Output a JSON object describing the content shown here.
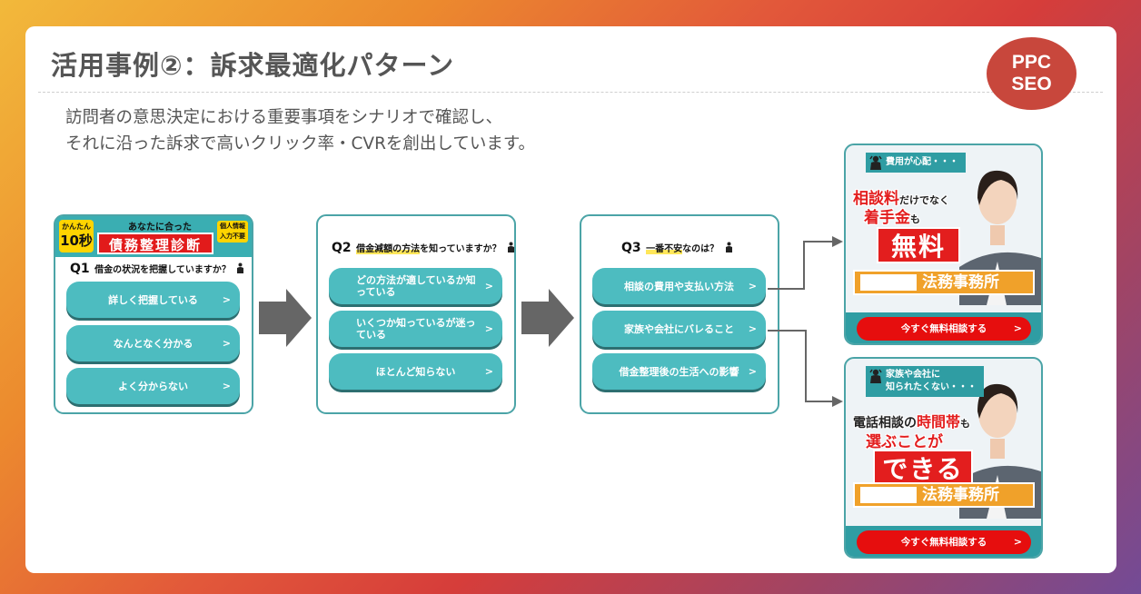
{
  "title": "活用事例②：訴求最適化パターン",
  "badge": {
    "line1": "PPC",
    "line2": "SEO"
  },
  "description": {
    "line1": "訪問者の意思決定における重要事項をシナリオで確認し、",
    "line2": "それに沿った訴求で高いクリック率・CVRを創出しています。"
  },
  "q1": {
    "kantan_small": "かんたん",
    "kantan_big": "10秒",
    "subtitle": "あなたに合った",
    "main_title": "債務整理診断",
    "kojin_line1": "個人情報",
    "kojin_line2": "入力不要",
    "q_number": "Q1",
    "question": "借金の状況を把握していますか？",
    "options": [
      "詳しく把握している",
      "なんとなく分かる",
      "よく分からない"
    ]
  },
  "q2": {
    "q_number": "Q2",
    "question_highlight": "借金減額の方法",
    "question_rest": "を知っていますか？",
    "options": [
      "どの方法が適しているか知っている",
      "いくつか知っているが迷っている",
      "ほとんど知らない"
    ]
  },
  "q3": {
    "q_number": "Q3",
    "question_highlight": "一番不安",
    "question_rest": "なのは？",
    "options": [
      "相談の費用や支払い方法",
      "家族や会社にバレること",
      "借金整理後の生活への影響"
    ]
  },
  "chevron": ">",
  "ad1": {
    "top_label": "費用が心配・・・",
    "line1_red": "相談料",
    "line1_dark": "だけでなく",
    "line2_red": "着手金",
    "line2_dark": "も",
    "big": "無料",
    "law_firm": "法務事務所",
    "cta": "今すぐ無料相談する"
  },
  "ad2": {
    "top_label_1": "家族や会社に",
    "top_label_2": "知られたくない・・・",
    "line1_dark": "電話相談の",
    "line1_red": "時間帯",
    "line1_dark2": "も",
    "line2_red": "選ぶことが",
    "big": "できる",
    "law_firm": "法務事務所",
    "cta": "今すぐ無料相談する"
  },
  "colors": {
    "teal": "#4dbcc0",
    "teal_dark": "#2f9da3",
    "red": "#e31e1e",
    "orange": "#f0a12a",
    "badge": "#c8473c"
  }
}
